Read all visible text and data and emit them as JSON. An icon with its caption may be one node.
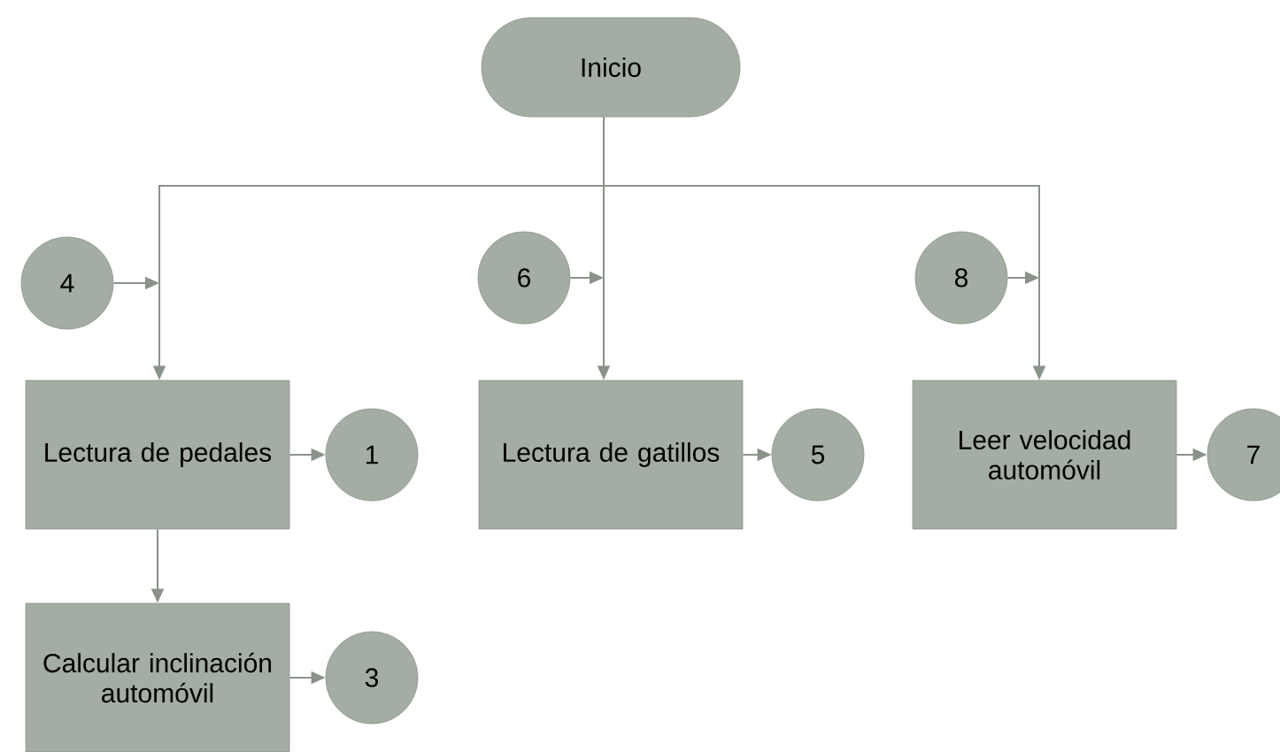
{
  "diagram": {
    "nodes": [
      {
        "text": [
          "Inicio"
        ]
      },
      {
        "text": [
          "4"
        ]
      },
      {
        "text": [
          "6"
        ]
      },
      {
        "text": [
          "8"
        ]
      },
      {
        "text": [
          "Lectura de pedales"
        ]
      },
      {
        "text": [
          "1"
        ]
      },
      {
        "text": [
          "Lectura de gatillos"
        ]
      },
      {
        "text": [
          "5"
        ]
      },
      {
        "text": [
          "Leer velocidad automóvil"
        ]
      },
      {
        "text": [
          "7"
        ]
      },
      {
        "text": [
          "Calcular inclinación automóvil"
        ]
      },
      {
        "text": [
          "3"
        ]
      }
    ],
    "edges": [
      {
        "from": 0,
        "to": 4,
        "arrow": "to"
      },
      {
        "from": 0,
        "to": 6,
        "arrow": "to"
      },
      {
        "from": 0,
        "to": 8,
        "arrow": "to"
      },
      {
        "from": 1,
        "to": null,
        "arrow": "to"
      },
      {
        "from": 2,
        "to": null,
        "arrow": "to"
      },
      {
        "from": 3,
        "to": null,
        "arrow": "to"
      },
      {
        "from": 4,
        "to": 5,
        "arrow": "to"
      },
      {
        "from": 6,
        "to": 7,
        "arrow": "to"
      },
      {
        "from": 8,
        "to": 9,
        "arrow": "to"
      },
      {
        "from": 4,
        "to": 10,
        "arrow": "to"
      },
      {
        "from": 10,
        "to": 11,
        "arrow": "to"
      }
    ]
  }
}
